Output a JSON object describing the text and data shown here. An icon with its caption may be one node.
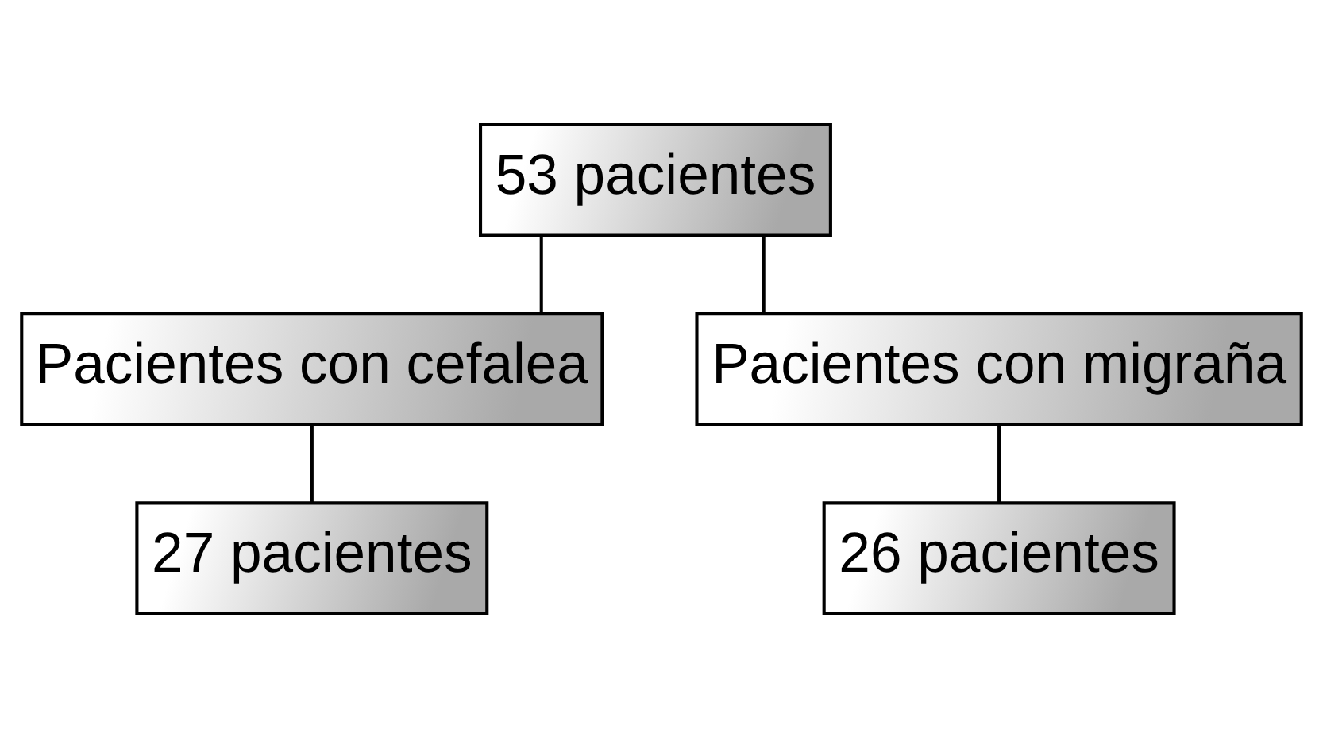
{
  "diagram": {
    "nodes": [
      {
        "text": [
          "53 pacientes"
        ]
      },
      {
        "text": [
          "Pacientes con cefalea"
        ]
      },
      {
        "text": [
          "Pacientes con migraña"
        ]
      },
      {
        "text": [
          "27 pacientes"
        ]
      },
      {
        "text": [
          "26 pacientes"
        ]
      }
    ],
    "edges": [
      {
        "from": 0,
        "to": 1,
        "arrow": "none"
      },
      {
        "from": 0,
        "to": 2,
        "arrow": "none"
      },
      {
        "from": 1,
        "to": 3,
        "arrow": "none"
      },
      {
        "from": 2,
        "to": 4,
        "arrow": "none"
      }
    ]
  }
}
